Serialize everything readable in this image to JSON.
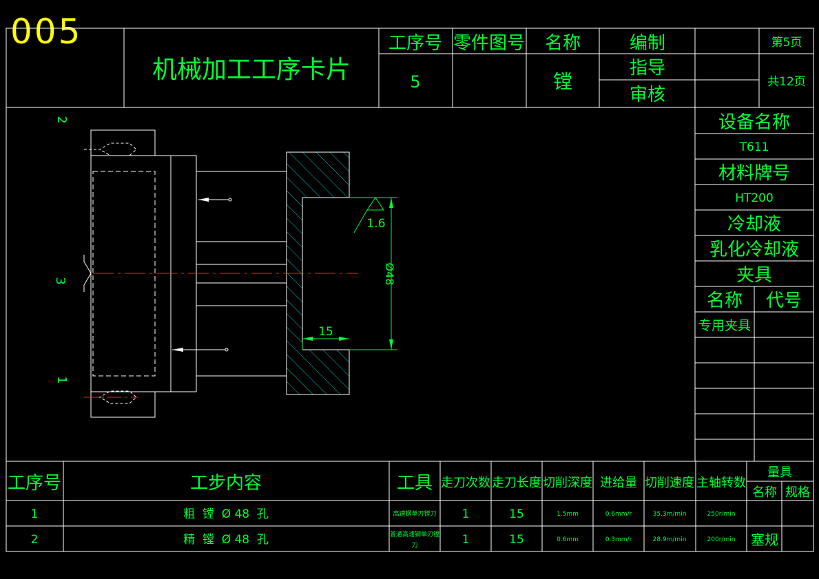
{
  "drawing_number": "005",
  "header": {
    "card_title": "机械加工工序卡片",
    "process_no_label": "工序号",
    "part_drawing_no_label": "零件图号",
    "name_label": "名称",
    "compile_label": "编制",
    "guide_label": "指导",
    "review_label": "审核",
    "page_label": "第5页",
    "total_pages_label": "共12页",
    "process_no_value": "5",
    "name_value": "镗"
  },
  "side_panel": {
    "equipment_label": "设备名称",
    "equipment_value": "T611",
    "material_label": "材料牌号",
    "material_value": "HT200",
    "coolant_label": "冷却液",
    "coolant_value": "乳化冷却液",
    "fixture_label": "夹具",
    "fixture_name_label": "名称",
    "fixture_code_label": "代号",
    "fixture_name_value": "专用夹具"
  },
  "drawing": {
    "locator_1": "1",
    "locator_2": "2",
    "locator_3": "3",
    "roughness": "1.6",
    "diameter": "Ø48",
    "length": "15"
  },
  "steps_table": {
    "headers": {
      "process_no": "工序号",
      "step_content": "工步内容",
      "tool": "工具",
      "passes": "走刀次数",
      "length": "走刀长度",
      "depth": "切削深度",
      "feed": "进给量",
      "speed": "切削速度",
      "spindle": "主轴转数",
      "gauge": "量具",
      "gauge_name": "名称",
      "gauge_spec": "规格"
    },
    "rows": [
      {
        "no": "1",
        "content": "粗  镗  Ø 48  孔",
        "tool": "高速钢单刃镗刀",
        "tool_line2": "",
        "passes": "1",
        "length": "15",
        "depth": "1.5mm",
        "feed": "0.6mm/r",
        "speed": "35.3m/min",
        "spindle": "250r/min",
        "gauge_name": "",
        "gauge_spec": ""
      },
      {
        "no": "2",
        "content": "精  镗  Ø 48  孔",
        "tool": "普通高速钢单刃镗",
        "tool_line2": "刀",
        "passes": "1",
        "length": "15",
        "depth": "0.6mm",
        "feed": "0.3mm/r",
        "speed": "28.9m/min",
        "spindle": "200r/min",
        "gauge_name": "塞规",
        "gauge_spec": ""
      }
    ]
  },
  "colors": {
    "line": "#ffffff",
    "text": "#00ff33",
    "hatch": "#00cccc",
    "center": "#ff2020",
    "number": "#ffff00"
  }
}
